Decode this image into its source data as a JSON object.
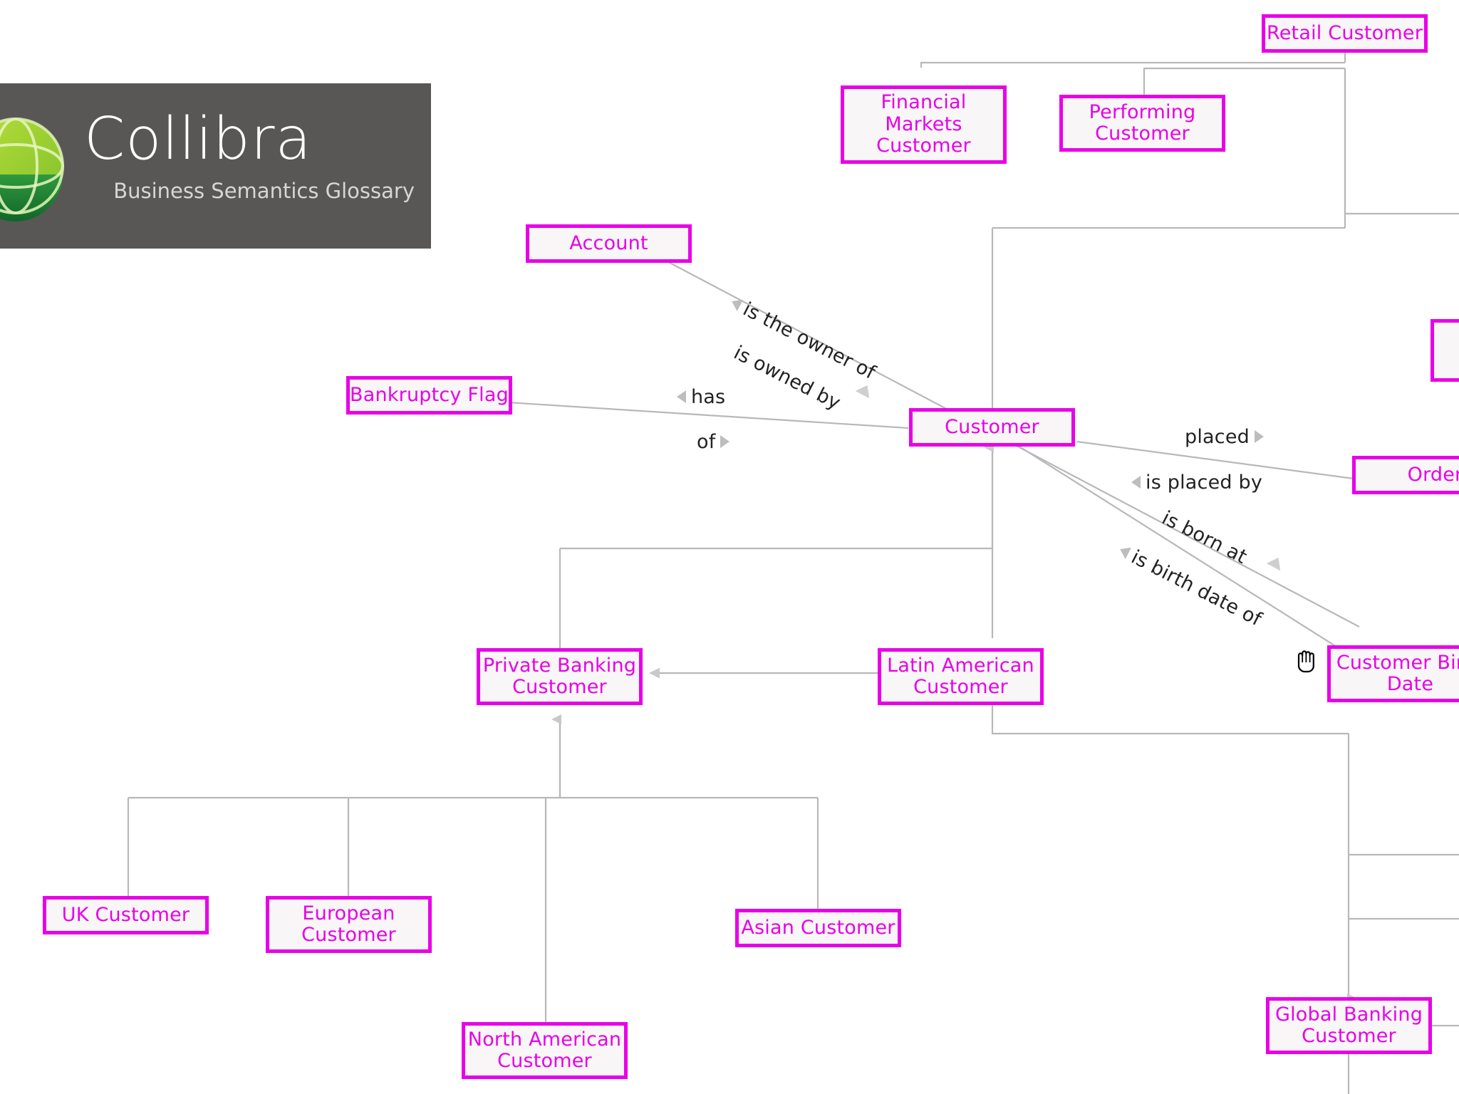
{
  "app": {
    "brand_name": "Collibra",
    "brand_tagline": "Business Semantics Glossary",
    "logo_background": "#595755",
    "node_border_color": "#e800e8",
    "node_fill_color": "#f8f6f6",
    "edge_color": "#b8b8b8",
    "canvas_background": "#ffffff",
    "cursor": "grab-hand-cursor"
  },
  "diagram": {
    "type": "concept-map",
    "nodes": [
      {
        "id": "retail-customer",
        "label": "Retail Customer"
      },
      {
        "id": "financial-markets-customer",
        "label": "Financial\nMarkets\nCustomer"
      },
      {
        "id": "performing-customer",
        "label": "Performing\nCustomer"
      },
      {
        "id": "account",
        "label": "Account"
      },
      {
        "id": "bankruptcy-flag",
        "label": "Bankruptcy Flag"
      },
      {
        "id": "customer",
        "label": "Customer"
      },
      {
        "id": "order",
        "label": "Order"
      },
      {
        "id": "customer-birth-date",
        "label": "Customer Birth\nDate"
      },
      {
        "id": "private-banking-customer",
        "label": "Private Banking\nCustomer"
      },
      {
        "id": "latin-american-customer",
        "label": "Latin American\nCustomer"
      },
      {
        "id": "uk-customer",
        "label": "UK Customer"
      },
      {
        "id": "european-customer",
        "label": "European\nCustomer"
      },
      {
        "id": "north-american-customer",
        "label": "North American\nCustomer"
      },
      {
        "id": "asian-customer",
        "label": "Asian Customer"
      },
      {
        "id": "global-banking-customer",
        "label": "Global Banking\nCustomer"
      },
      {
        "id": "offscreen-node-right",
        "label": ""
      }
    ],
    "edge_labels": [
      {
        "id": "is-the-owner-of",
        "text": "is the owner of",
        "direction": "left"
      },
      {
        "id": "is-owned-by",
        "text": "is owned by",
        "direction": "right"
      },
      {
        "id": "has",
        "text": "has",
        "direction": "left"
      },
      {
        "id": "of",
        "text": "of",
        "direction": "right"
      },
      {
        "id": "placed",
        "text": "placed",
        "direction": "right"
      },
      {
        "id": "is-placed-by",
        "text": "is placed by",
        "direction": "left"
      },
      {
        "id": "is-born-at",
        "text": "is born at",
        "direction": "right"
      },
      {
        "id": "is-birth-date-of",
        "text": "is birth date of",
        "direction": "left"
      }
    ]
  }
}
